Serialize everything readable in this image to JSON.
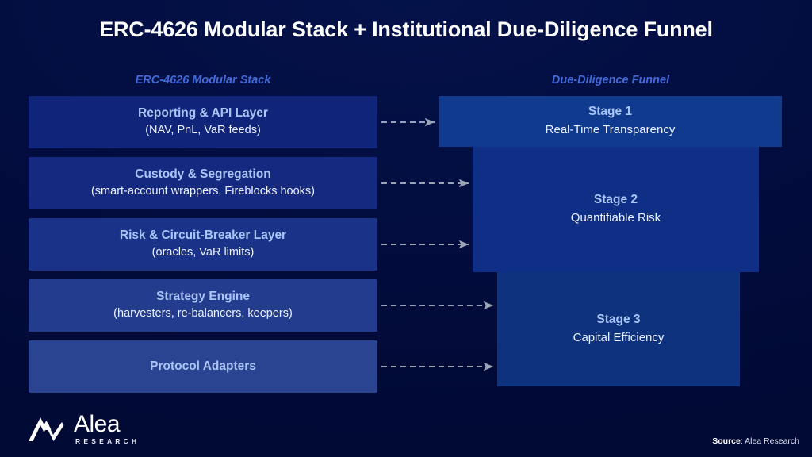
{
  "title": "ERC-4626 Modular Stack + Institutional Due-Diligence Funnel",
  "columns": {
    "left_header": "ERC-4626 Modular Stack",
    "right_header": "Due-Diligence Funnel"
  },
  "colors": {
    "background": "#020c3d",
    "accent_header": "#4169d8",
    "card_title": "#a9c5f5",
    "card_subtitle": "#edf2fc",
    "arrow": "#9aa3b4"
  },
  "stack": [
    {
      "title": "Reporting & API Layer",
      "subtitle": "(NAV, PnL, VaR feeds)",
      "fill": "#10257a"
    },
    {
      "title": "Custody & Segregation",
      "subtitle": "(smart-account wrappers, Fireblocks hooks)",
      "fill": "#14297f"
    },
    {
      "title": "Risk & Circuit-Breaker Layer",
      "subtitle": "(oracles, VaR limits)",
      "fill": "#1a3288"
    },
    {
      "title": "Strategy Engine",
      "subtitle": "(harvesters, re-balancers, keepers)",
      "fill": "#243c8e"
    },
    {
      "title": "Protocol Adapters",
      "subtitle": "",
      "fill": "#2b4492"
    }
  ],
  "funnel": [
    {
      "title": "Stage 1",
      "subtitle": "Real-Time Transparency",
      "fill": "#103a8e"
    },
    {
      "title": "Stage 2",
      "subtitle": "Quantifiable Risk",
      "fill": "#0f2f86"
    },
    {
      "title": "Stage 3",
      "subtitle": "Capital Efficiency",
      "fill": "#0f327f"
    }
  ],
  "footer": {
    "logo_name": "Alea",
    "logo_tagline": "RESEARCH",
    "source_label": "Source",
    "source_value": "Alea Research"
  }
}
